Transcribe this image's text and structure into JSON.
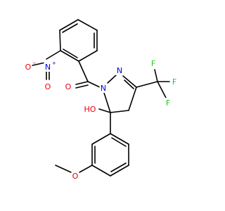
{
  "colors": {
    "carbon": "#000000",
    "oxygen": "#e8000b",
    "nitrogen": "#0000e5",
    "fluorine": "#1ec91e",
    "background": "#ffffff"
  },
  "atoms": [
    {
      "id": "O_nitro_minus",
      "text": "O",
      "charge": "−",
      "element": "oxygen",
      "name": "nitro-oxygen-minus"
    },
    {
      "id": "N_nitro",
      "text": "N",
      "charge": "+",
      "element": "nitrogen",
      "name": "nitro-nitrogen"
    },
    {
      "id": "O_nitro_double",
      "text": "O",
      "charge": "",
      "element": "oxygen",
      "name": "nitro-oxygen-double"
    },
    {
      "id": "O_carbonyl",
      "text": "O",
      "charge": "",
      "element": "oxygen",
      "name": "carbonyl-oxygen"
    },
    {
      "id": "N1",
      "text": "N",
      "charge": "",
      "element": "nitrogen",
      "name": "pyrazoline-n1"
    },
    {
      "id": "N2",
      "text": "N",
      "charge": "",
      "element": "nitrogen",
      "name": "pyrazoline-n2"
    },
    {
      "id": "OH",
      "text": "HO",
      "charge": "",
      "element": "oxygen",
      "name": "hydroxyl-group"
    },
    {
      "id": "F1",
      "text": "F",
      "charge": "",
      "element": "fluorine",
      "name": "fluorine-atom-1"
    },
    {
      "id": "F2",
      "text": "F",
      "charge": "",
      "element": "fluorine",
      "name": "fluorine-atom-2"
    },
    {
      "id": "F3",
      "text": "F",
      "charge": "",
      "element": "fluorine",
      "name": "fluorine-atom-3"
    },
    {
      "id": "O_methoxy",
      "text": "O",
      "charge": "",
      "element": "oxygen",
      "name": "methoxy-oxygen"
    }
  ]
}
